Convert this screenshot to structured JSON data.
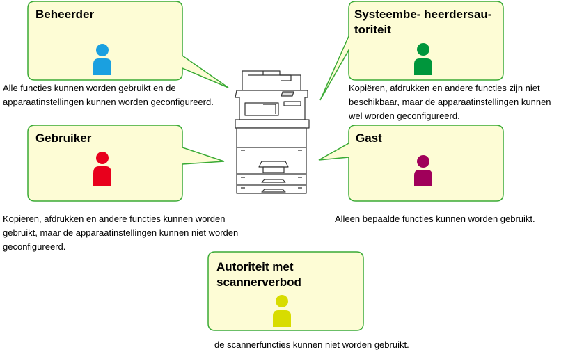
{
  "roles": {
    "administrator": {
      "title": "Beheerder",
      "description": "Alle functies kunnen worden gebruikt en de apparaatinstellingen kunnen worden geconfigureerd.",
      "icon": "person-icon",
      "color": "#1aa0e0"
    },
    "user": {
      "title": "Gebruiker",
      "description": "Kopiëren, afdrukken en andere functies kunnen worden gebruikt, maar de apparaatinstellingen kunnen niet worden geconfigureerd.",
      "icon": "person-icon",
      "color": "#e8001c"
    },
    "system_authority": {
      "title": "Systeembe- heerdersau- toriteit",
      "description": "Kopiëren, afdrukken en andere functies zijn niet beschikbaar, maar de apparaatinstellingen kunnen wel worden geconfigureerd.",
      "icon": "person-icon",
      "color": "#00963c"
    },
    "guest": {
      "title": "Gast",
      "description": "Alleen bepaalde functies kunnen worden gebruikt.",
      "icon": "person-icon",
      "color": "#a0005a"
    },
    "scan_restricted": {
      "title": "Autoriteit met scannerverbod",
      "description": "de scannerfuncties kunnen niet worden gebruikt.",
      "icon": "person-icon",
      "color": "#d8dc00"
    }
  },
  "colors": {
    "bubble_fill": "#fdfcd5",
    "bubble_border": "#3aaa35",
    "printer_line": "#333333"
  },
  "printer": {
    "icon": "multifunction-printer-icon"
  }
}
